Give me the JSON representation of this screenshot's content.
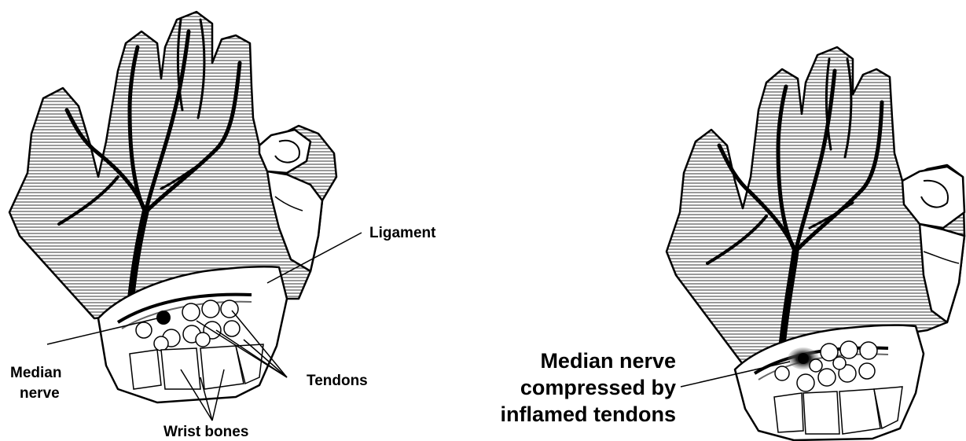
{
  "left_panel": {
    "labels": {
      "ligament": "Ligament",
      "median_line1": "Median",
      "median_line2": "nerve",
      "tendons": "Tendons",
      "wrist_bones": "Wrist bones"
    }
  },
  "right_panel": {
    "labels": {
      "line1": "Median nerve",
      "line2": "compressed by",
      "line3": "inflamed tendons"
    }
  },
  "colors": {
    "ink": "#000000",
    "hatch": "#555555",
    "background": "#ffffff"
  }
}
